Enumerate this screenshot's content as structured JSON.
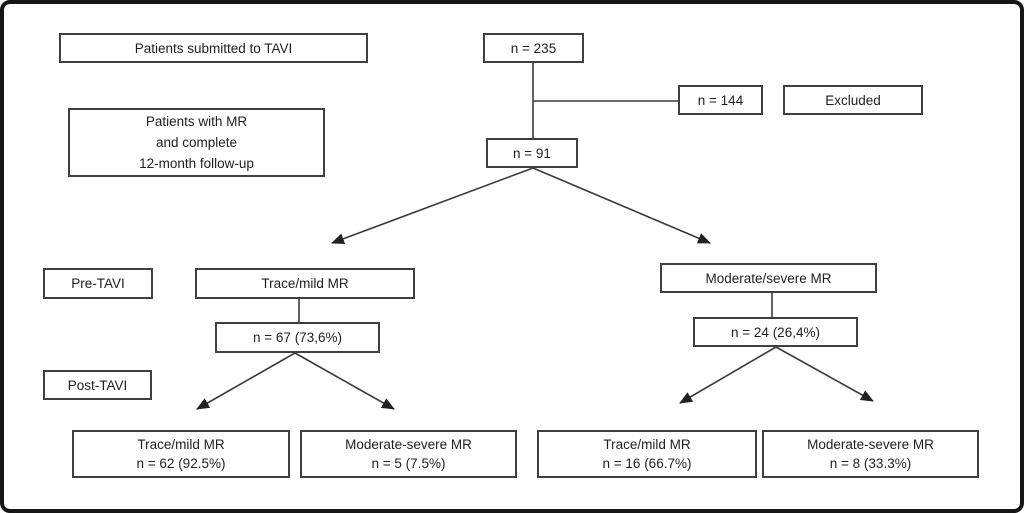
{
  "flowchart": {
    "patients_submitted": "Patients submitted to TAVI",
    "n_total": "n = 235",
    "n_excluded": "n = 144",
    "excluded_label": "Excluded",
    "with_mr": {
      "line1": "Patients with MR",
      "line2": "and complete",
      "line3": "12-month follow-up"
    },
    "n_included": "n = 91",
    "pre_tavi_label": "Pre-TAVI",
    "pre_trace_mild": "Trace/mild MR",
    "pre_trace_mild_n": "n = 67 (73,6%)",
    "pre_moderate_severe": "Moderate/severe MR",
    "pre_moderate_severe_n": "n = 24 (26,4%)",
    "post_tavi_label": "Post-TAVI",
    "post_trace_after_trace": {
      "title": "Trace/mild MR",
      "n": "n = 62 (92.5%)"
    },
    "post_modsev_after_trace": {
      "title": "Moderate-severe MR",
      "n": "n = 5 (7.5%)"
    },
    "post_trace_after_modsev": {
      "title": "Trace/mild MR",
      "n": "n = 16 (66.7%)"
    },
    "post_modsev_after_modsev": {
      "title": "Moderate-severe MR",
      "n": "n = 8 (33.3%)"
    },
    "colors": {
      "line": "#3a3a3a",
      "box_border": "#3f3f3f",
      "frame_border": "#161616",
      "text": "#1f1f1f",
      "background": "#ffffff"
    }
  }
}
